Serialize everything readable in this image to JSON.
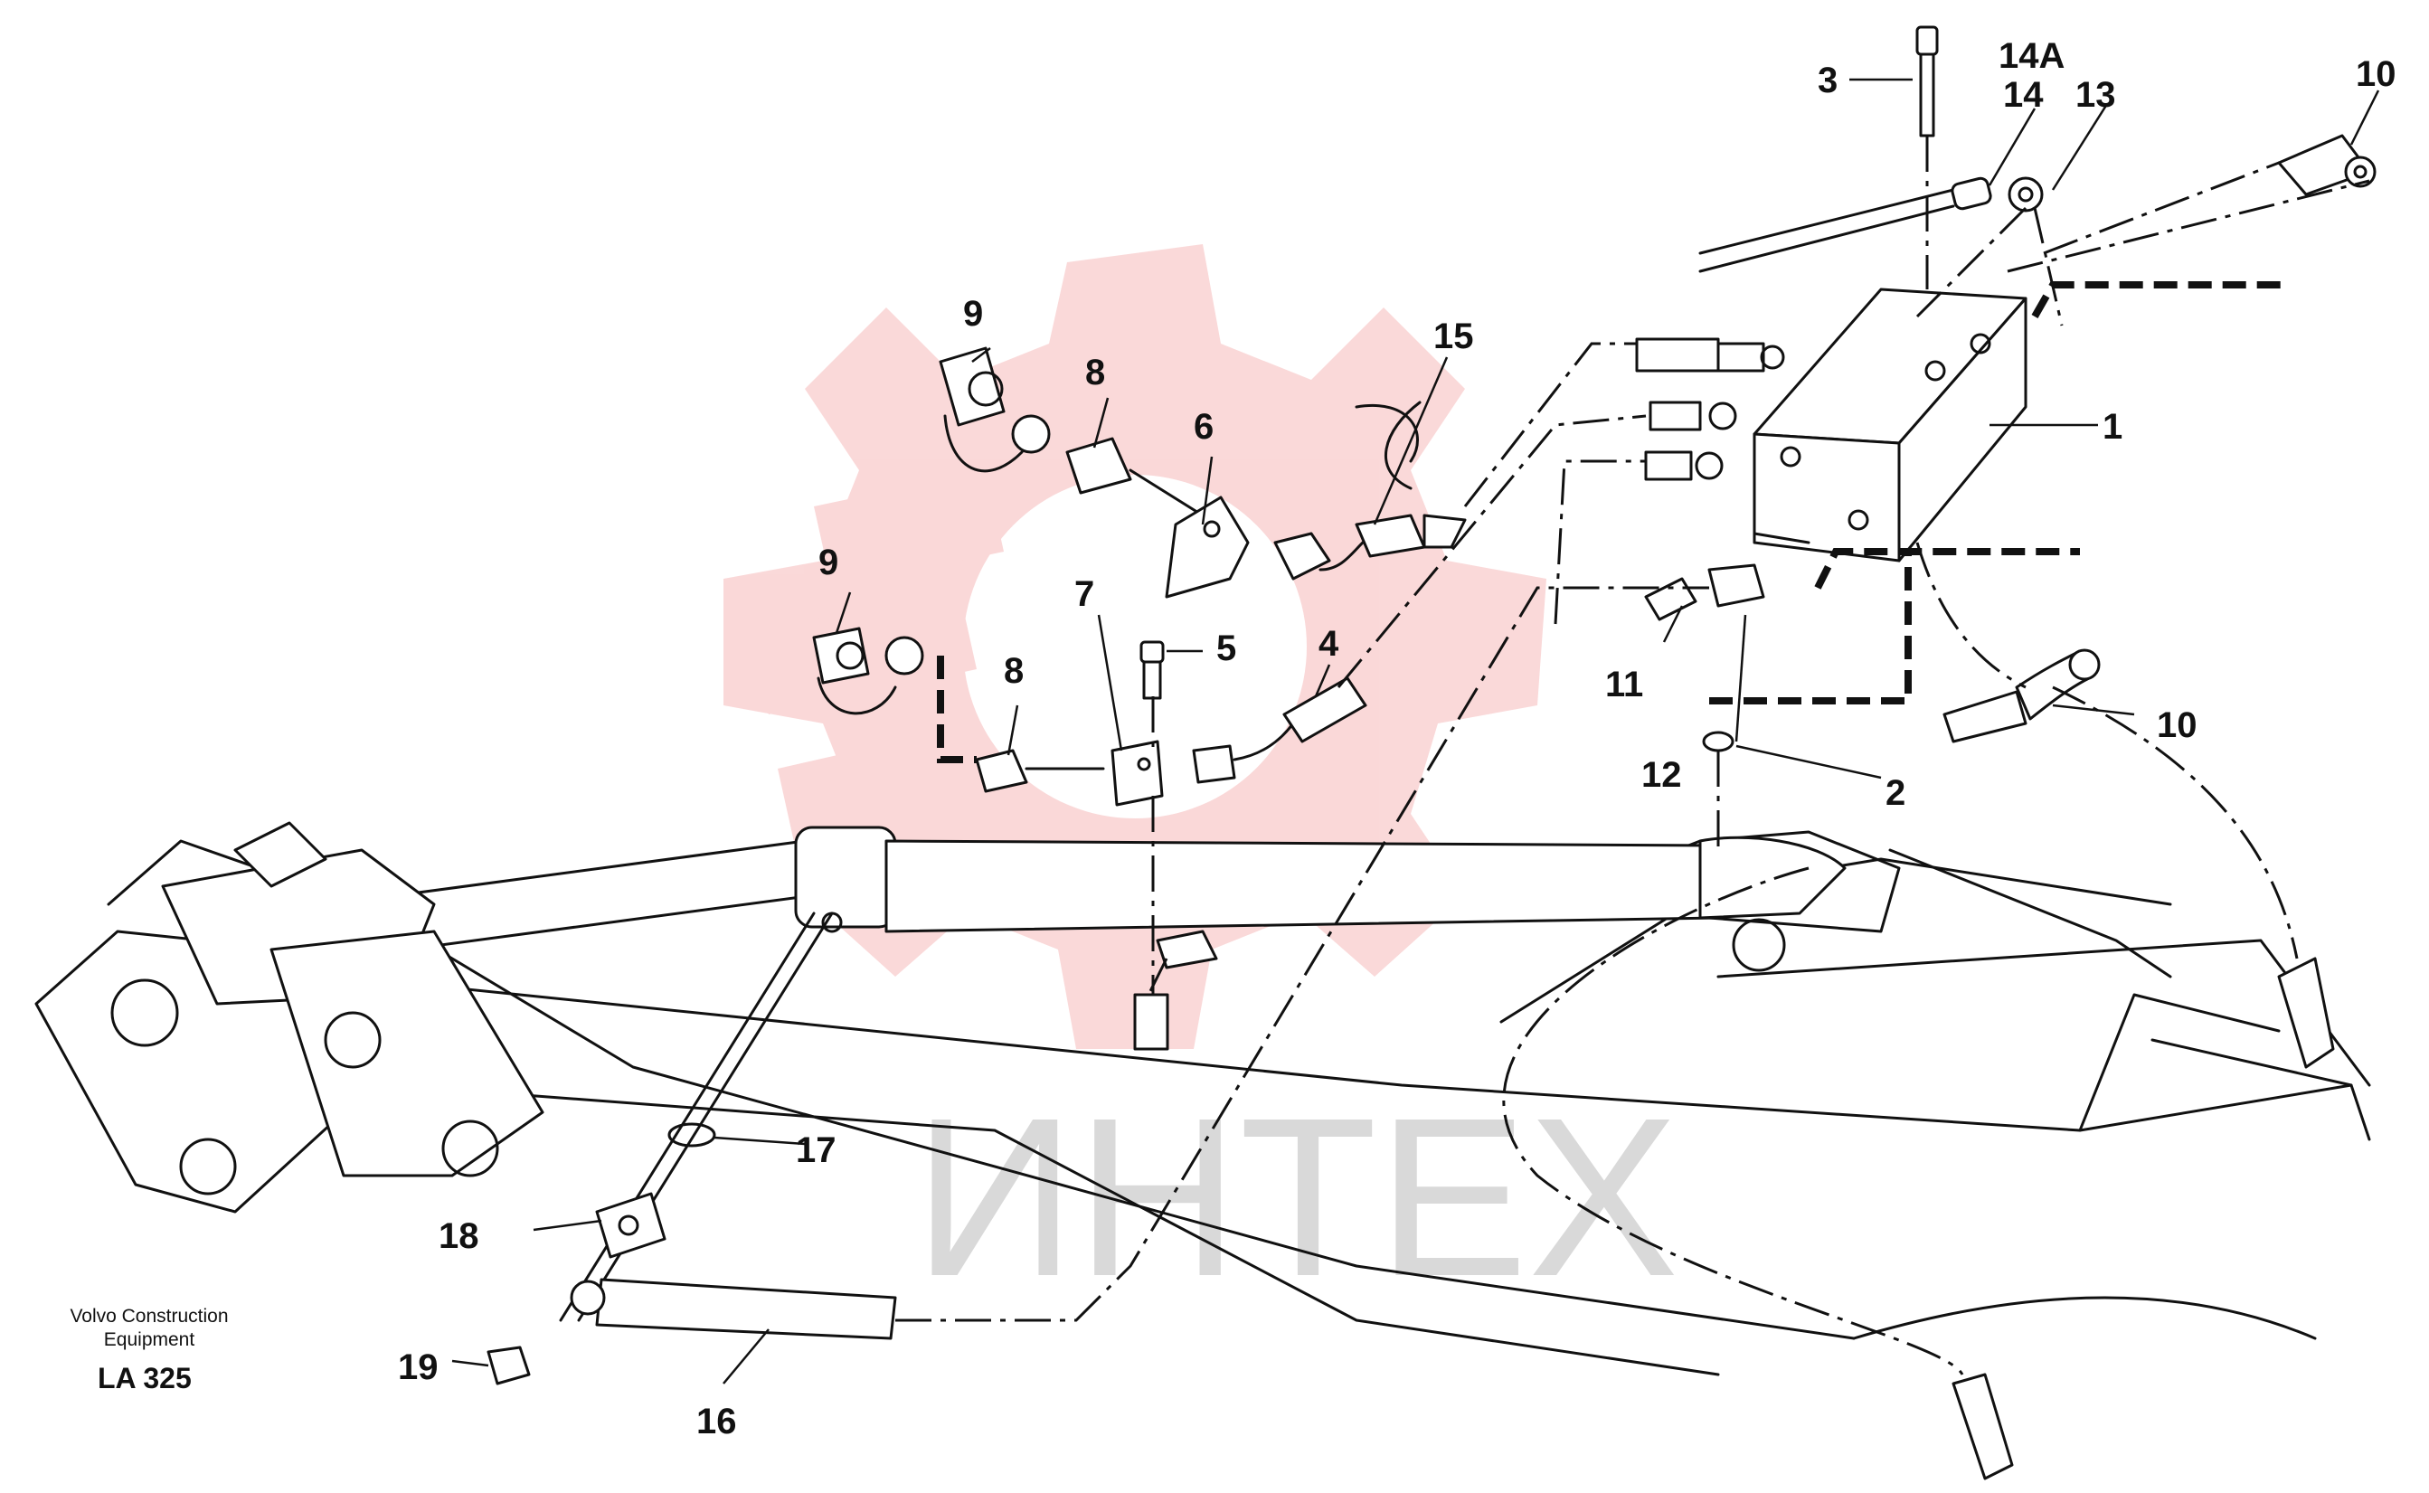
{
  "callouts": {
    "c1": "1",
    "c2": "2",
    "c3": "3",
    "c4": "4",
    "c5": "5",
    "c6": "6",
    "c7": "7",
    "c8a": "8",
    "c8b": "8",
    "c9a": "9",
    "c9b": "9",
    "c10a": "10",
    "c10b": "10",
    "c11": "11",
    "c12": "12",
    "c13": "13",
    "c14": "14",
    "c14a": "14A",
    "c15": "15",
    "c16": "16",
    "c17": "17",
    "c18": "18",
    "c19": "19"
  },
  "caption": {
    "line1": "Volvo Construction",
    "line2": "Equipment",
    "code": "LA 325"
  },
  "watermark": {
    "text": "ИНТЕХ",
    "logo_color": "#f29a9a",
    "text_color": "#d9d9d9"
  },
  "icons": {
    "watermark_logo": "gear-logo-icon"
  }
}
